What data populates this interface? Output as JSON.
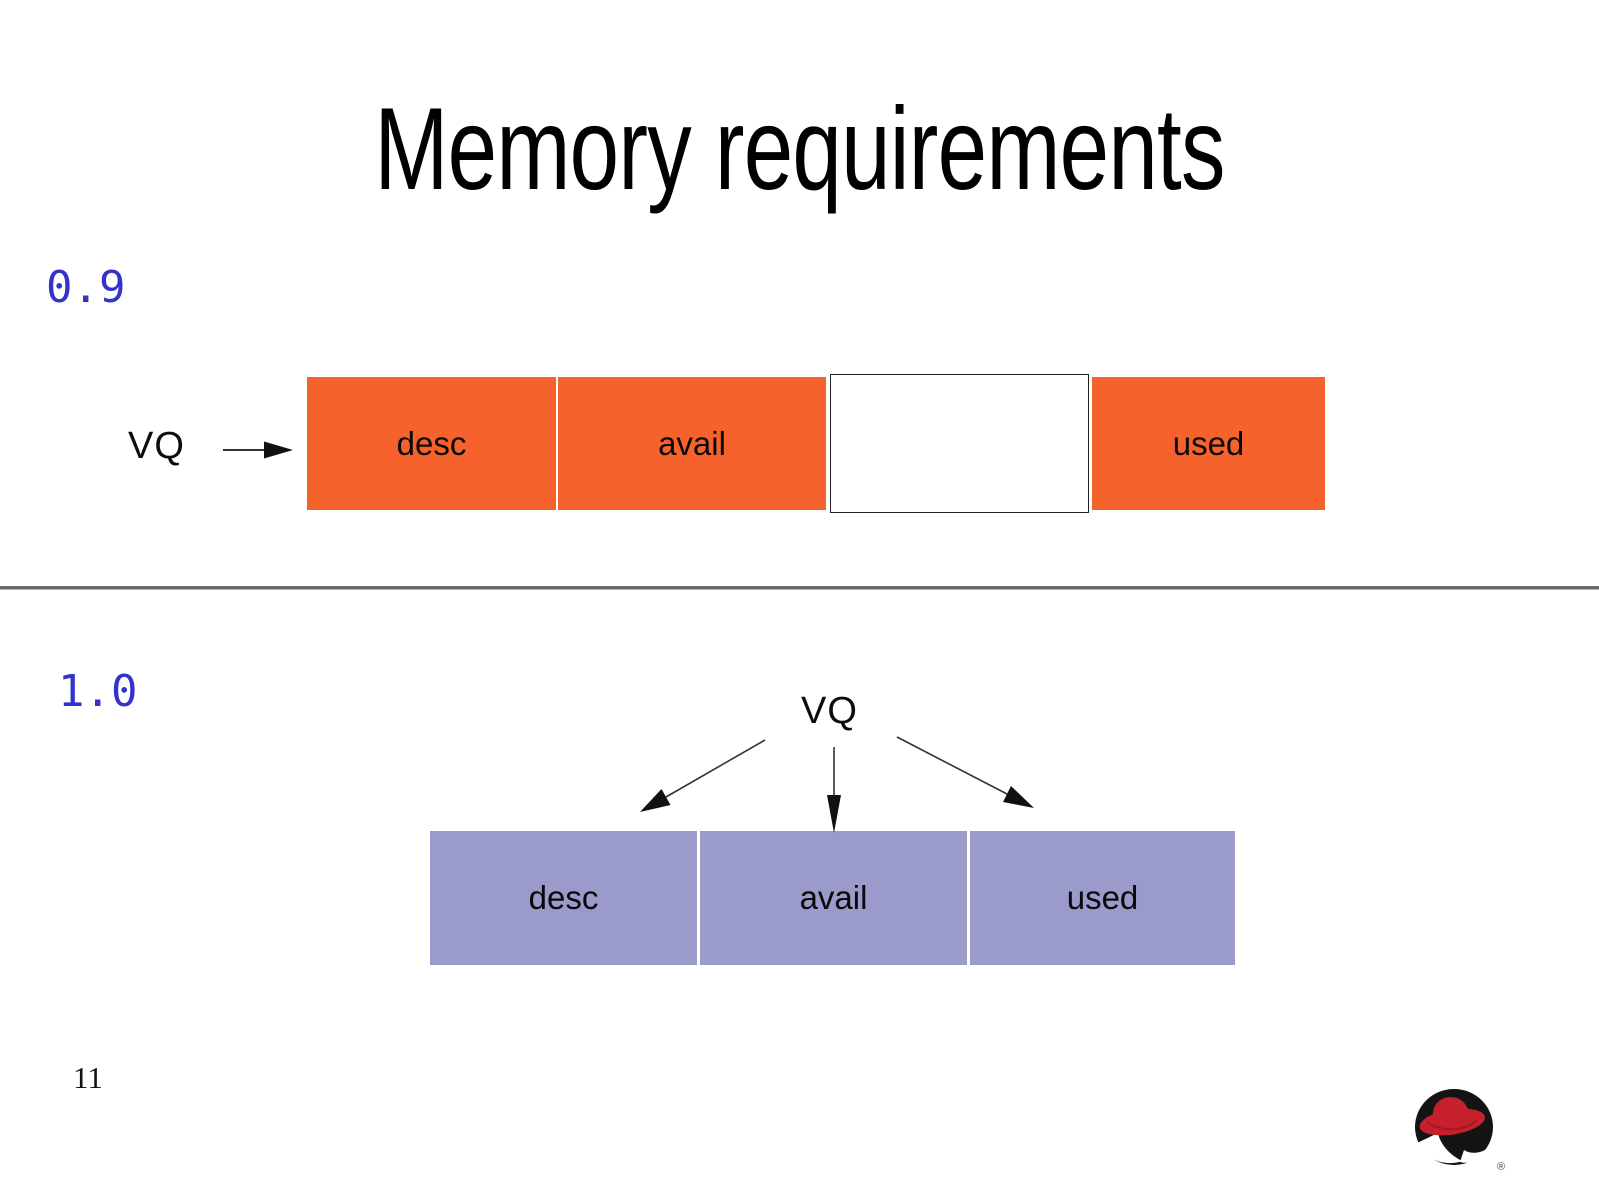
{
  "slide": {
    "title": "Memory requirements"
  },
  "diagram_09": {
    "version_label": "0.9",
    "vq_label": "VQ",
    "segments": [
      {
        "label": "desc"
      },
      {
        "label": "avail"
      },
      {
        "label": ""
      },
      {
        "label": "used"
      }
    ]
  },
  "diagram_10": {
    "version_label": "1.0",
    "vq_label": "VQ",
    "segments": [
      {
        "label": "desc"
      },
      {
        "label": "avail"
      },
      {
        "label": "used"
      }
    ]
  },
  "footer": {
    "page_number": "11",
    "logo_name": "redhat-shadowman-logo"
  },
  "colors": {
    "accent_blue": "#3333CC",
    "bar_orange": "#F5622B",
    "bar_purple": "#9A9ACB",
    "divider_gray": "#6B6B6B",
    "hat_red": "#C6202C",
    "logo_black": "#141414"
  }
}
